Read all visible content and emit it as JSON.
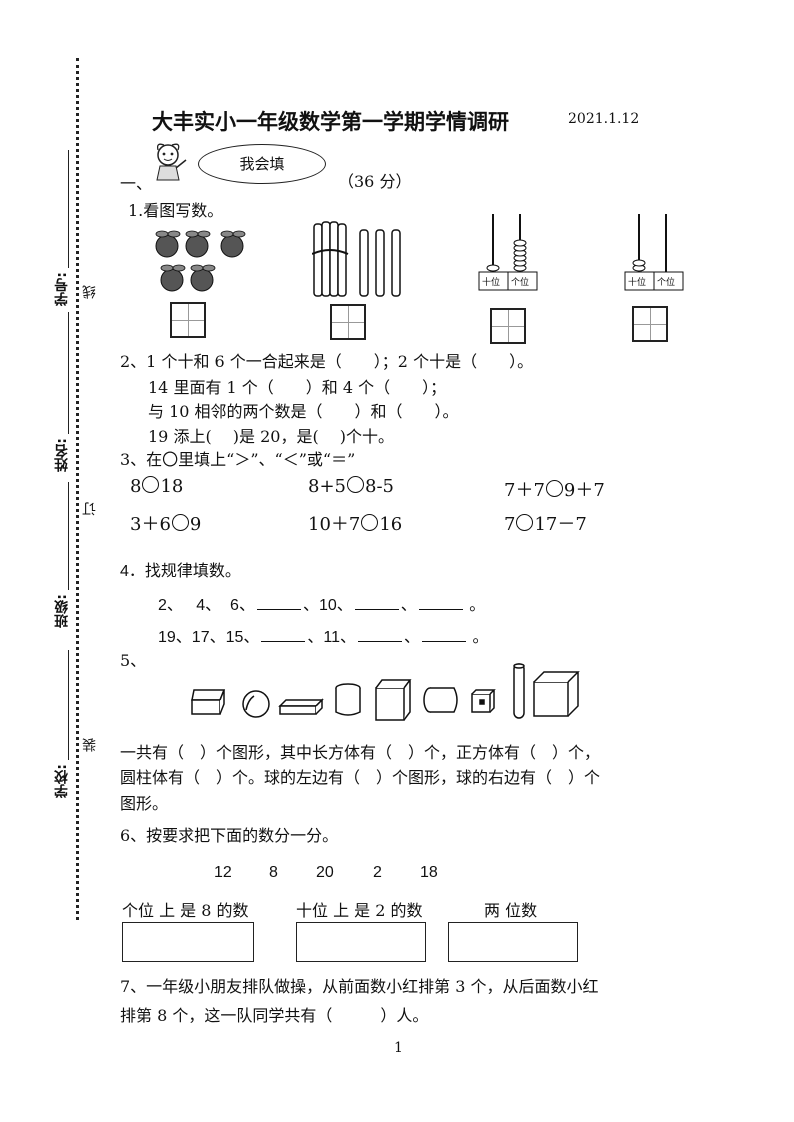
{
  "side": {
    "student_id": "学号:",
    "name": "姓名:",
    "class": "班级:",
    "school": "学校:",
    "mark_line": "线",
    "mark_bind": "订",
    "mark_fold": "装"
  },
  "header": {
    "title": "大丰实小一年级数学第一学期学情调研",
    "date": "2021.1.12"
  },
  "section1": {
    "num": "一、",
    "bubble": "我会填",
    "score": "（36 分）"
  },
  "q1": {
    "text": "1.看图写数。",
    "abacus_tens": "十位",
    "abacus_ones": "个位"
  },
  "q2": {
    "line1": "2、1 个十和 6 个一合起来是（　　）；2 个十是（　　）。",
    "line2": "14 里面有 1 个（　　）和 4 个（　　）；",
    "line3": "与 10 相邻的两个数是（　　）和（　　）。",
    "line4": "19 添上(　 )是 20，是(　 )个十。"
  },
  "q3": {
    "text": "3、在〇里填上“＞”、“＜”或“＝”",
    "items": [
      [
        "8",
        "18"
      ],
      [
        "8+5",
        "8-5"
      ],
      [
        "7＋7",
        "9＋7"
      ],
      [
        "3＋6",
        "9"
      ],
      [
        "10＋7",
        "16"
      ],
      [
        "7",
        "17－7"
      ]
    ]
  },
  "q4": {
    "text": "4．找规律填数。",
    "row1": [
      "2、",
      "4、",
      "6、",
      "、10、",
      "、",
      "。"
    ],
    "row2": [
      "19、17、15、",
      "、11、",
      "、",
      "。"
    ]
  },
  "q5": {
    "num": "5、",
    "line1": "一共有（　）个图形，其中长方体有（　）个，正方体有（　）个，",
    "line2": "圆柱体有（　）个。球的左边有（　）个图形，球的右边有（　）个",
    "line3": "图形。"
  },
  "q6": {
    "text": "6、按要求把下面的数分一分。",
    "numbers": [
      "12",
      "8",
      "20",
      "2",
      "18"
    ],
    "cat1": "个位 上 是 8 的数",
    "cat2": "十位 上 是 2 的数",
    "cat3": "两 位数"
  },
  "q7": {
    "line1": "7、一年级小朋友排队做操，从前面数小红排第 3 个，从后面数小红",
    "line2": "排第 8 个，这一队同学共有（　　　）人。"
  },
  "footer": {
    "page": "1"
  }
}
